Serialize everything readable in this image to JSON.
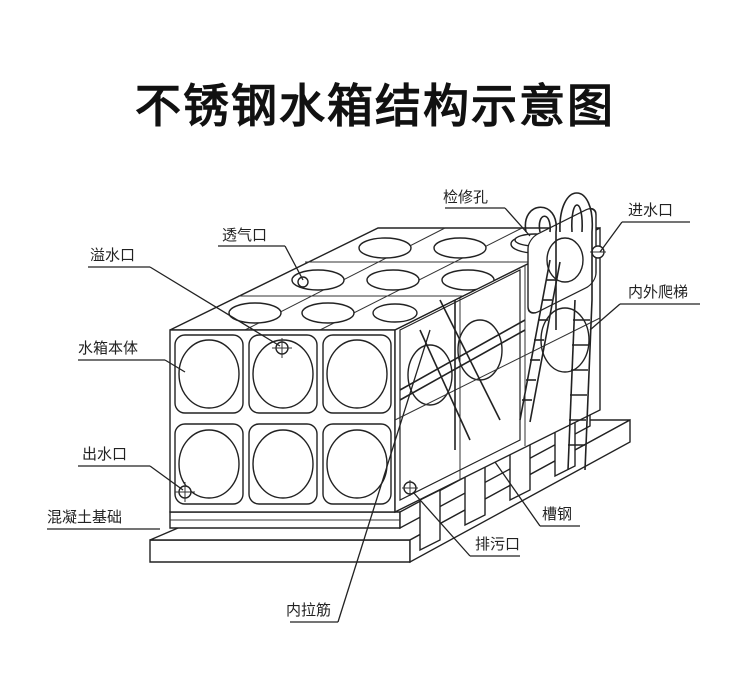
{
  "title": "不锈钢水箱结构示意图",
  "labels": {
    "jianxiukong": "检修孔",
    "jinshuikou": "进水口",
    "touqikou": "透气口",
    "yishuikou": "溢水口",
    "neiwaipati": "内外爬梯",
    "shuixiangbenti": "水箱本体",
    "chushuikou": "出水口",
    "hunningtujichu": "混凝土基础",
    "caogang": "槽钢",
    "paiwukou": "排污口",
    "nelajin": "内拉筋"
  }
}
